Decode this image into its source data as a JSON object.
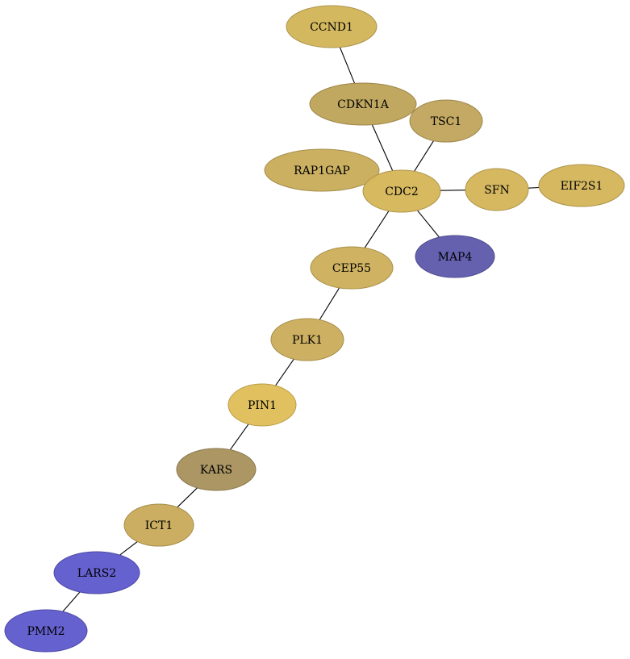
{
  "graph": {
    "nodes": [
      {
        "id": "CCND1",
        "label": "CCND1",
        "color": "#d2b55a"
      },
      {
        "id": "CDKN1A",
        "label": "CDKN1A",
        "color": "#bea45a"
      },
      {
        "id": "TSC1",
        "label": "TSC1",
        "color": "#c1a55d"
      },
      {
        "id": "RAP1GAP",
        "label": "RAP1GAP",
        "color": "#c9ad5b"
      },
      {
        "id": "CDC2",
        "label": "CDC2",
        "color": "#d5b65a"
      },
      {
        "id": "SFN",
        "label": "SFN",
        "color": "#d4b55b"
      },
      {
        "id": "EIF2S1",
        "label": "EIF2S1",
        "color": "#d3b55a"
      },
      {
        "id": "MAP4",
        "label": "MAP4",
        "color": "#5f5bac"
      },
      {
        "id": "CEP55",
        "label": "CEP55",
        "color": "#cdb05c"
      },
      {
        "id": "PLK1",
        "label": "PLK1",
        "color": "#cbad5c"
      },
      {
        "id": "PIN1",
        "label": "PIN1",
        "color": "#e0bd59"
      },
      {
        "id": "KARS",
        "label": "KARS",
        "color": "#a8925e"
      },
      {
        "id": "ICT1",
        "label": "ICT1",
        "color": "#c9ab5b"
      },
      {
        "id": "LARS2",
        "label": "LARS2",
        "color": "#5f5bcc"
      },
      {
        "id": "PMM2",
        "label": "PMM2",
        "color": "#5f5bcc"
      }
    ],
    "edges": [
      [
        "CCND1",
        "CDKN1A"
      ],
      [
        "CDKN1A",
        "CDC2"
      ],
      [
        "TSC1",
        "CDC2"
      ],
      [
        "CDC2",
        "SFN"
      ],
      [
        "SFN",
        "EIF2S1"
      ],
      [
        "CDC2",
        "MAP4"
      ],
      [
        "CDC2",
        "CEP55"
      ],
      [
        "CEP55",
        "PLK1"
      ],
      [
        "PLK1",
        "PIN1"
      ],
      [
        "PIN1",
        "KARS"
      ],
      [
        "KARS",
        "ICT1"
      ],
      [
        "ICT1",
        "LARS2"
      ],
      [
        "LARS2",
        "PMM2"
      ]
    ]
  }
}
